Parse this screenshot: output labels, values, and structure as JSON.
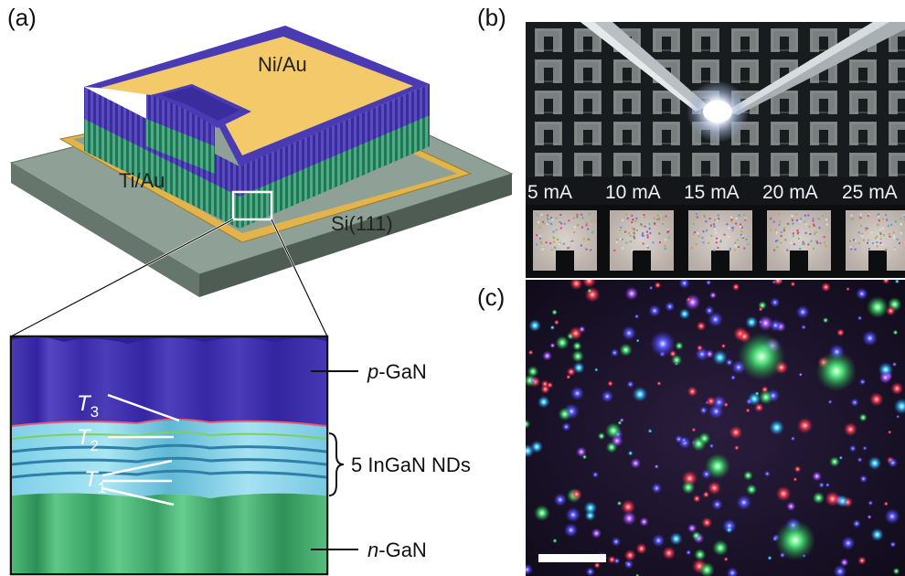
{
  "panels": {
    "a": "(a)",
    "b": "(b)",
    "c": "(c)"
  },
  "device": {
    "top_contact": "Ni/Au",
    "bottom_contact": "Ti/Au",
    "substrate": "Si(111)"
  },
  "inset": {
    "t3": {
      "main": "T",
      "sub": "3"
    },
    "t2": {
      "main": "T",
      "sub": "2"
    },
    "t1": {
      "main": "T",
      "sub": "1"
    },
    "p_layer": {
      "italic": "p",
      "rest": "-GaN"
    },
    "nd_layer": "5 InGaN NDs",
    "n_layer": {
      "italic": "n",
      "rest": "-GaN"
    }
  },
  "currents": [
    "5 mA",
    "10 mA",
    "15 mA",
    "20 mA",
    "25 mA"
  ],
  "colors": {
    "p_gan": "#3d2fa0",
    "n_gan": "#3ea66a",
    "nd_layer": "#88d8ee",
    "gold": "#f4c96a",
    "substrate": "#8fa197"
  }
}
